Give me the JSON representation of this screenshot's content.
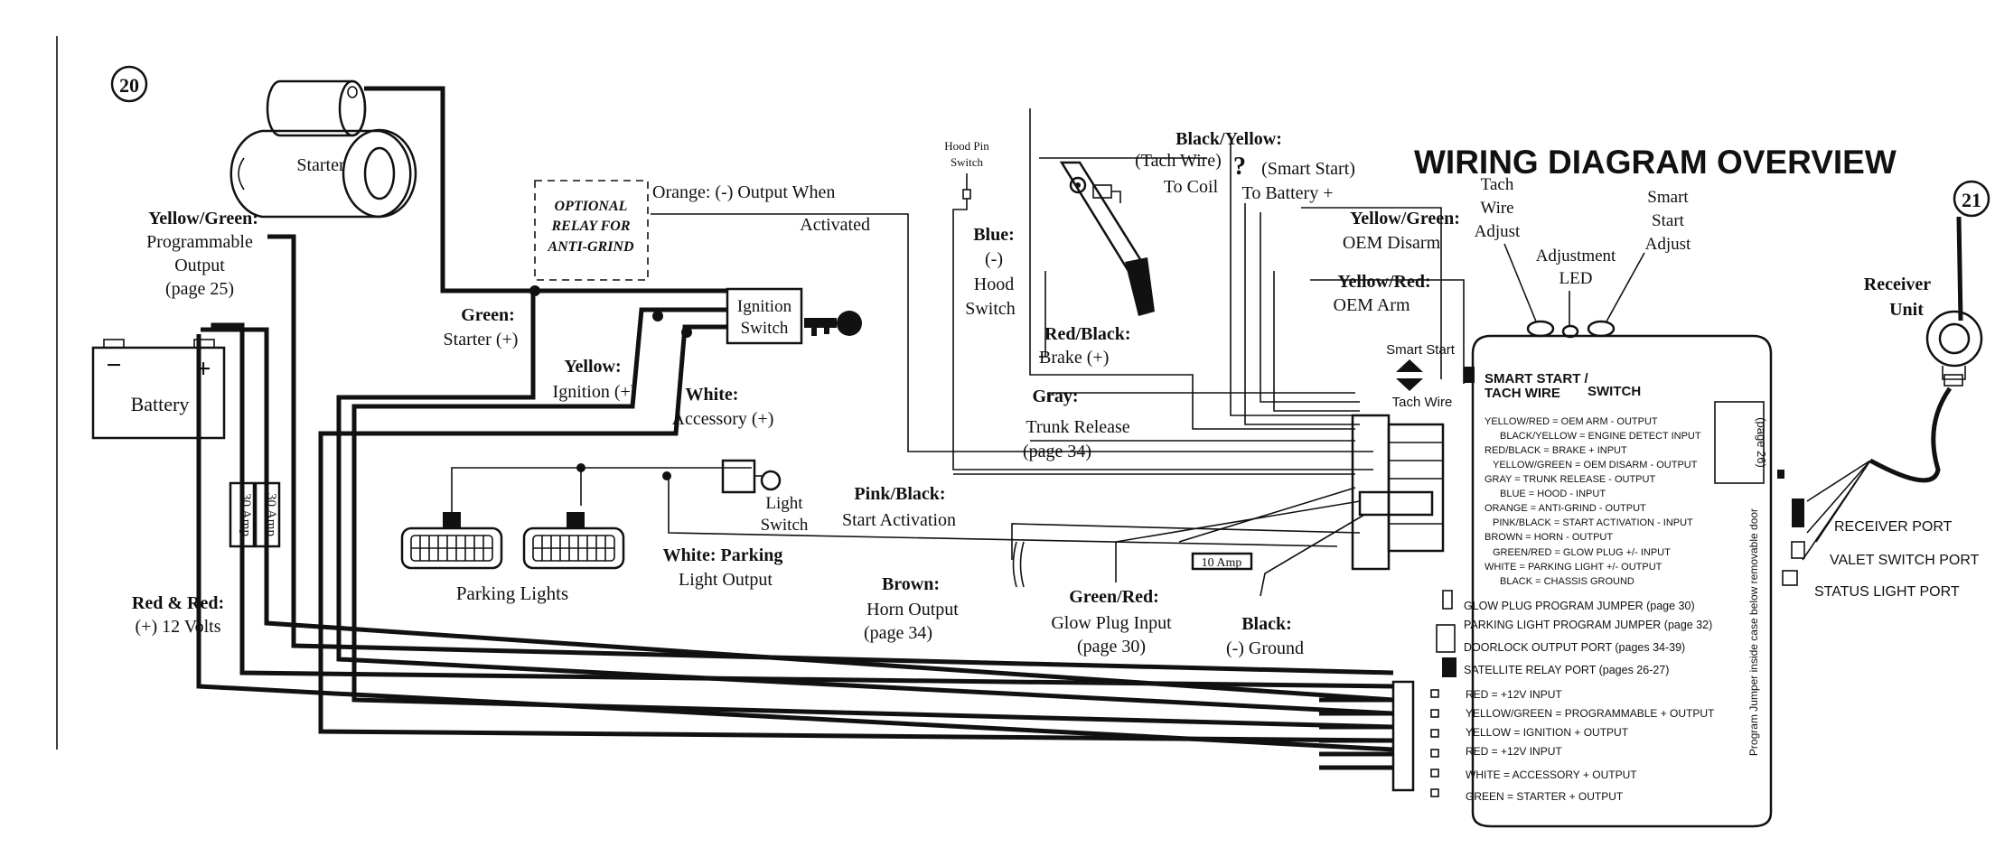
{
  "page_numbers": {
    "left": "20",
    "right": "21"
  },
  "title": "WIRING DIAGRAM  OVERVIEW",
  "components": {
    "starter": "Starter",
    "battery": "Battery",
    "battery_minus": "−",
    "battery_plus": "+",
    "fuse1": "30 Amp",
    "fuse2": "30 Amp",
    "fuse3": "10 Amp",
    "optional_relay": [
      "OPTIONAL",
      "RELAY FOR",
      "ANTI-GRIND"
    ],
    "ignition_switch": [
      "Ignition",
      "Switch"
    ],
    "hood_pin_switch": [
      "Hood Pin",
      "Switch"
    ],
    "light_switch": [
      "Light",
      "Switch"
    ],
    "parking_lights": "Parking Lights",
    "receiver_unit": [
      "Receiver",
      "Unit"
    ],
    "smart_start_label": "Smart Start",
    "tach_wire_label": "Tach Wire",
    "module_header": [
      "SMART START /",
      "TACH WIRE",
      "SWITCH"
    ],
    "tach_wire_adjust": [
      "Tach",
      "Wire",
      "Adjust"
    ],
    "adjustment_led": [
      "Adjustment",
      "LED"
    ],
    "smart_start_adjust": [
      "Smart",
      "Start",
      "Adjust"
    ],
    "page26": "(page 26)",
    "program_jumper_note": "Program Jumper inside case below removable door",
    "receiver_port": "RECEIVER PORT",
    "valet_switch_port": "VALET SWITCH PORT",
    "status_light_port": "STATUS LIGHT PORT"
  },
  "wire_labels": {
    "yellow_green_prog": [
      "Yellow/Green:",
      "Programmable",
      "Output",
      "(page 25)"
    ],
    "red_red": [
      "Red & Red:",
      "(+) 12 Volts"
    ],
    "green_starter": [
      "Green:",
      "Starter (+)"
    ],
    "yellow_ign": [
      "Yellow:",
      "Ignition (+)"
    ],
    "white_acc": [
      "White:",
      "Accessory (+)"
    ],
    "orange": [
      "Orange:  (-) Output When",
      "Activated"
    ],
    "white_parking": [
      "White: Parking",
      "Light Output"
    ],
    "blue_hood": [
      "Blue:",
      "(-)",
      "Hood",
      "Switch"
    ],
    "red_black": [
      "Red/Black:",
      "Brake (+)"
    ],
    "gray": [
      "Gray:",
      "Trunk Release",
      "(page 34)"
    ],
    "pink_black": [
      "Pink/Black:",
      "Start Activation"
    ],
    "brown": [
      "Brown:",
      "Horn Output",
      "(page 34)"
    ],
    "green_red": [
      "Green/Red:",
      "Glow Plug Input",
      "(page 30)"
    ],
    "black_ground": [
      "Black:",
      "(-) Ground"
    ],
    "black_yellow": [
      "Black/Yellow:",
      "(Tach Wire)",
      "?",
      "(Smart Start)",
      "To Coil",
      "To Battery +"
    ],
    "yellow_green_oem": [
      "Yellow/Green:",
      "OEM Disarm"
    ],
    "yellow_red": [
      "Yellow/Red:",
      "OEM Arm"
    ]
  },
  "module_rows": [
    "YELLOW/RED = OEM ARM - OUTPUT",
    "BLACK/YELLOW = ENGINE DETECT INPUT",
    "RED/BLACK = BRAKE + INPUT",
    "YELLOW/GREEN = OEM DISARM - OUTPUT",
    "GRAY = TRUNK RELEASE - OUTPUT",
    "BLUE = HOOD - INPUT",
    "ORANGE = ANTI-GRIND - OUTPUT",
    "PINK/BLACK = START ACTIVATION - INPUT",
    "BROWN = HORN - OUTPUT",
    "GREEN/RED = GLOW PLUG +/- INPUT",
    "WHITE = PARKING LIGHT +/- OUTPUT",
    "BLACK = CHASSIS GROUND"
  ],
  "module_ports": [
    "GLOW PLUG PROGRAM JUMPER  (page 30)",
    "PARKING LIGHT PROGRAM JUMPER  (page 32)",
    "DOORLOCK OUTPUT PORT  (pages 34-39)",
    "SATELLITE RELAY PORT  (pages 26-27)"
  ],
  "module_power_rows": [
    "RED     = +12V INPUT",
    "YELLOW/GREEN  = PROGRAMMABLE + OUTPUT",
    "YELLOW   = IGNITION + OUTPUT",
    "RED     = +12V INPUT",
    "WHITE = ACCESSORY + OUTPUT",
    "GREEN = STARTER + OUTPUT"
  ]
}
